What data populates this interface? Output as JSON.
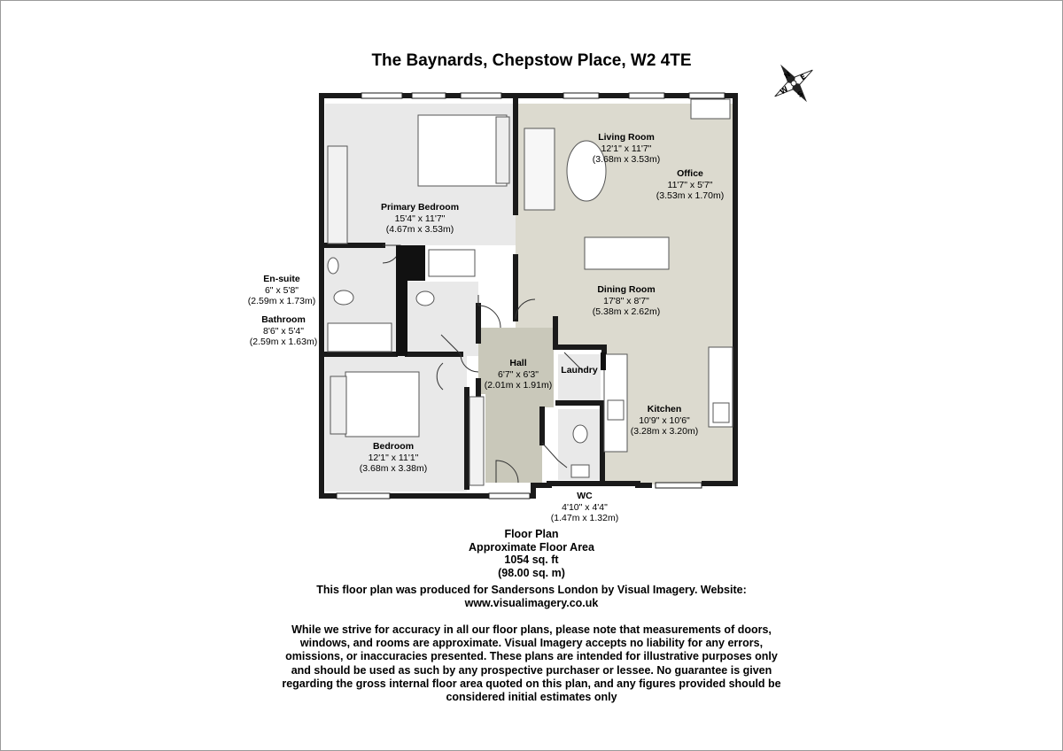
{
  "title": "The Baynards, Chepstow Place, W2 4TE",
  "compass": {
    "icon": "compass-rose-icon",
    "letters": {
      "n": "N",
      "e": "E",
      "s": "S",
      "w": "W"
    }
  },
  "colors": {
    "wall": "#1a1a1a",
    "living": "#dcdacf",
    "rooms": "#e9e9e9",
    "hall": "#c9c8ba",
    "background": "#ffffff"
  },
  "rooms": {
    "living_room": {
      "name": "Living Room",
      "imperial": "12'1\" x 11'7\"",
      "metric": "(3.68m x 3.53m)"
    },
    "office": {
      "name": "Office",
      "imperial": "11'7\" x 5'7\"",
      "metric": "(3.53m x 1.70m)"
    },
    "primary_bedroom": {
      "name": "Primary Bedroom",
      "imperial": "15'4\" x 11'7\"",
      "metric": "(4.67m x 3.53m)"
    },
    "dining_room": {
      "name": "Dining Room",
      "imperial": "17'8\" x 8'7\"",
      "metric": "(5.38m x 2.62m)"
    },
    "en_suite": {
      "name": "En-suite",
      "imperial": "6\" x 5'8\"",
      "metric": "(2.59m x 1.73m)"
    },
    "bathroom": {
      "name": "Bathroom",
      "imperial": "8'6\" x 5'4\"",
      "metric": "(2.59m x 1.63m)"
    },
    "hall": {
      "name": "Hall",
      "imperial": "6'7\" x 6'3\"",
      "metric": "(2.01m x 1.91m)"
    },
    "laundry": {
      "name": "Laundry"
    },
    "kitchen": {
      "name": "Kitchen",
      "imperial": "10'9\" x 10'6\"",
      "metric": "(3.28m x 3.20m)"
    },
    "bedroom": {
      "name": "Bedroom",
      "imperial": "12'1\" x 11'1\"",
      "metric": "(3.68m x 3.38m)"
    },
    "wc": {
      "name": "WC",
      "imperial": "4'10\" x 4'4\"",
      "metric": "(1.47m x 1.32m)"
    }
  },
  "floor_area": {
    "heading": "Floor Plan",
    "label": "Approximate Floor Area",
    "imperial": "1054 sq. ft",
    "metric": "(98.00 sq. m)"
  },
  "credit": {
    "line1": "This floor plan was produced for Sandersons London by Visual Imagery. Website:",
    "line2": "www.visualimagery.co.uk"
  },
  "disclaimer": [
    "While we strive for accuracy in all our floor plans, please note that measurements of doors,",
    "windows, and rooms are approximate. Visual Imagery accepts no liability for any errors,",
    "omissions, or inaccuracies presented. These plans are intended for illustrative purposes only",
    "and should be used as such by any prospective purchaser or lessee. No guarantee is given",
    "regarding the gross internal floor area quoted on this plan, and any figures provided should be",
    "considered initial estimates only"
  ]
}
